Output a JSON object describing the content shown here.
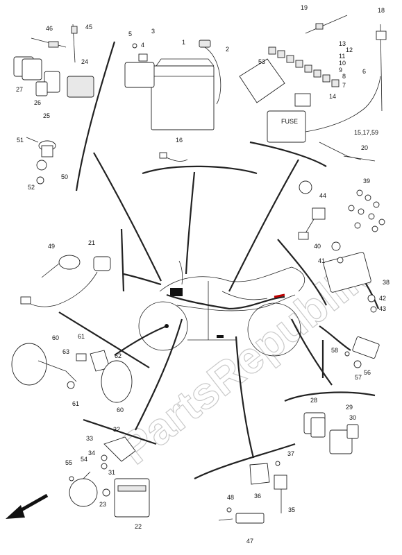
{
  "watermark": "PartsRepublik",
  "fuse_box_text": "FUSE",
  "arrow_icon": "front-direction-arrow-icon",
  "callouts": [
    "1",
    "2",
    "3",
    "4",
    "5",
    "6",
    "7",
    "8",
    "9",
    "10",
    "11",
    "12",
    "13",
    "14",
    "15,17,59",
    "16",
    "18",
    "19",
    "20",
    "21",
    "22",
    "23",
    "24",
    "25",
    "26",
    "27",
    "28",
    "29",
    "30",
    "31",
    "32",
    "33",
    "34",
    "35",
    "36",
    "37",
    "38",
    "39",
    "40",
    "41",
    "42",
    "43",
    "44",
    "45",
    "46",
    "47",
    "48",
    "49",
    "50",
    "51",
    "52",
    "53",
    "54",
    "55",
    "56",
    "57",
    "58",
    "60",
    "61",
    "62",
    "63"
  ]
}
